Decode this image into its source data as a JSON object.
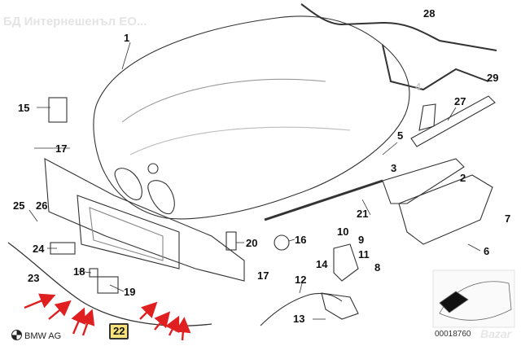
{
  "watermark": "БД Интернешенъл ЕО...",
  "footer": {
    "brand": "BMW AG",
    "diagram_no": "00018760"
  },
  "corner_logo": "Bazar",
  "callouts": [
    {
      "n": "1"
    },
    {
      "n": "2"
    },
    {
      "n": "3"
    },
    {
      "n": "4"
    },
    {
      "n": "5"
    },
    {
      "n": "6"
    },
    {
      "n": "7"
    },
    {
      "n": "8"
    },
    {
      "n": "9"
    },
    {
      "n": "10"
    },
    {
      "n": "11"
    },
    {
      "n": "12"
    },
    {
      "n": "13"
    },
    {
      "n": "14"
    },
    {
      "n": "15"
    },
    {
      "n": "16"
    },
    {
      "n": "17"
    },
    {
      "n": "17"
    },
    {
      "n": "17"
    },
    {
      "n": "18"
    },
    {
      "n": "19"
    },
    {
      "n": "20"
    },
    {
      "n": "21"
    },
    {
      "n": "22"
    },
    {
      "n": "23"
    },
    {
      "n": "24"
    },
    {
      "n": "25"
    },
    {
      "n": "26"
    },
    {
      "n": "27"
    },
    {
      "n": "28"
    },
    {
      "n": "29"
    }
  ],
  "highlighted_part": "22",
  "colors": {
    "line": "#333333",
    "highlight": "#fbe27a",
    "arrow": "#e02020",
    "dim": "#bbbbbb"
  }
}
